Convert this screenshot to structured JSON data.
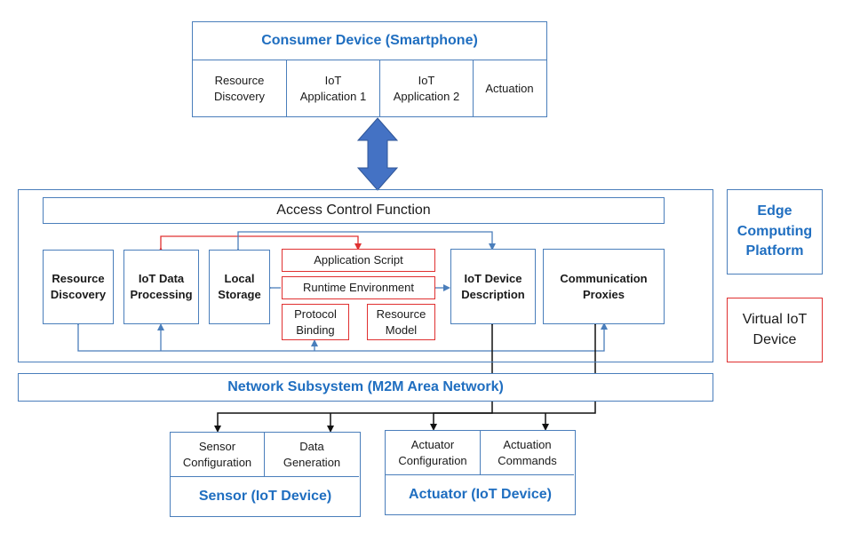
{
  "consumer": {
    "title": "Consumer Device (Smartphone)",
    "cells": [
      "Resource\nDiscovery",
      "IoT\nApplication 1",
      "IoT\nApplication 2",
      "Actuation"
    ]
  },
  "edge": {
    "access_control": "Access Control Function",
    "resource_discovery": "Resource\nDiscovery",
    "iot_data_processing": "IoT Data\nProcessing",
    "local_storage": "Local\nStorage",
    "application_script": "Application Script",
    "runtime_environment": "Runtime Environment",
    "protocol_binding": "Protocol\nBinding",
    "resource_model": "Resource\nModel",
    "iot_device_description": "IoT Device\nDescription",
    "communication_proxies": "Communication\nProxies"
  },
  "legend": {
    "edge_platform": "Edge\nComputing\nPlatform",
    "virtual_device": "Virtual IoT\nDevice"
  },
  "network": {
    "label": "Network Subsystem (M2M Area Network)"
  },
  "sensor": {
    "title": "Sensor (IoT Device)",
    "cells": [
      "Sensor\nConfiguration",
      "Data\nGeneration"
    ]
  },
  "actuator": {
    "title": "Actuator (IoT Device)",
    "cells": [
      "Actuator\nConfiguration",
      "Actuation\nCommands"
    ]
  },
  "colors": {
    "blue": "#4a7ebb",
    "red": "#e03030",
    "arrow_fill": "#4472c4",
    "title_blue": "#1f6ec0"
  }
}
